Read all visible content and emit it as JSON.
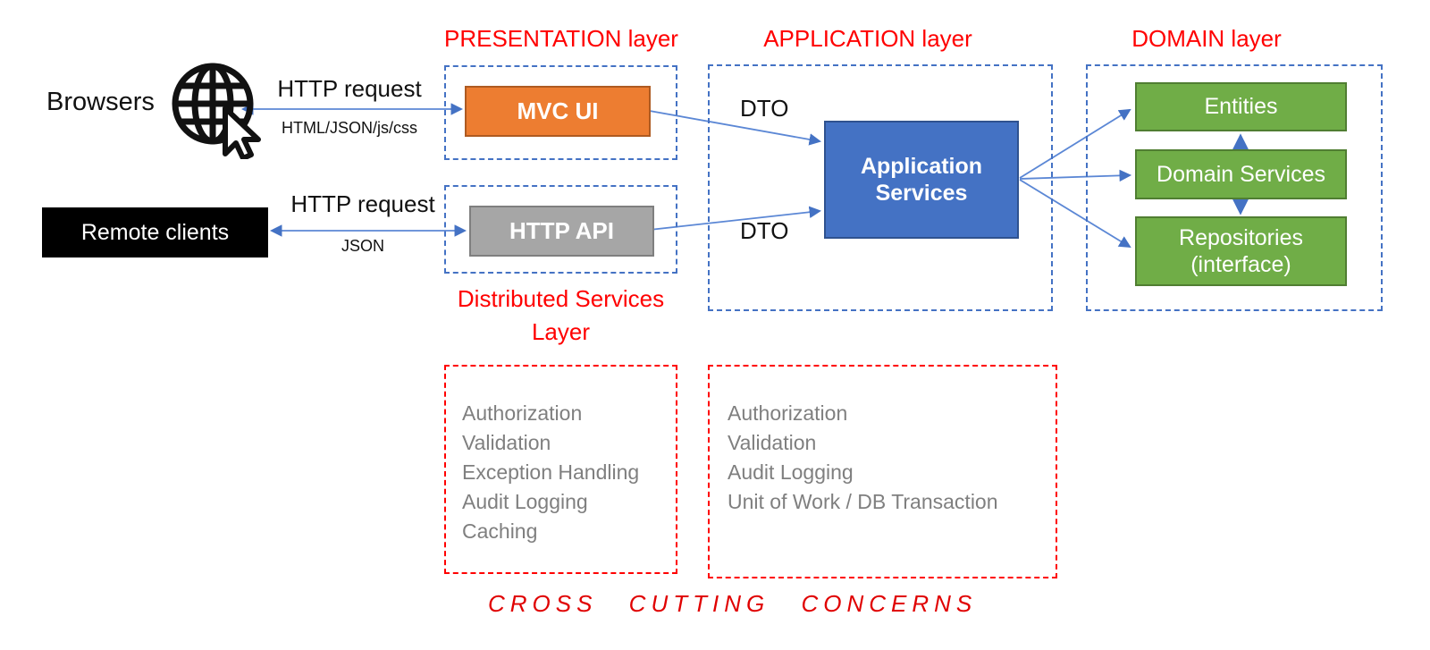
{
  "clients": {
    "browsers_label": "Browsers",
    "remote_label": "Remote clients",
    "browser_link": {
      "label": "HTTP request",
      "sublabel": "HTML/JSON/js/css"
    },
    "remote_link": {
      "label": "HTTP request",
      "sublabel": "JSON"
    }
  },
  "presentation": {
    "title": "PRESENTATION layer",
    "mvc_ui": "MVC UI",
    "http_api": "HTTP API"
  },
  "application": {
    "title": "APPLICATION layer",
    "services": "Application Services",
    "dto_top": "DTO",
    "dto_bottom": "DTO"
  },
  "domain": {
    "title": "DOMAIN layer",
    "entities": "Entities",
    "services": "Domain Services",
    "repositories": "Repositories (interface)"
  },
  "distributed_services": {
    "title_line1": "Distributed Services",
    "title_line2": "Layer",
    "items": [
      "Authorization",
      "Validation",
      "Exception Handling",
      "Audit Logging",
      "Caching"
    ]
  },
  "application_concerns": {
    "items": [
      "Authorization",
      "Validation",
      "Audit Logging",
      "Unit of Work / DB Transaction"
    ]
  },
  "cross_cutting_caption": "CROSS CUTTING CONCERNS",
  "colors": {
    "accent_orange": "#ED7D31",
    "accent_gray": "#A6A6A6",
    "accent_blue": "#4472C4",
    "accent_green": "#70AD47",
    "arrow_blue": "#5B87D5",
    "layer_red": "#FF0000",
    "muted_text": "#7F7F7F",
    "client_black": "#000000"
  }
}
